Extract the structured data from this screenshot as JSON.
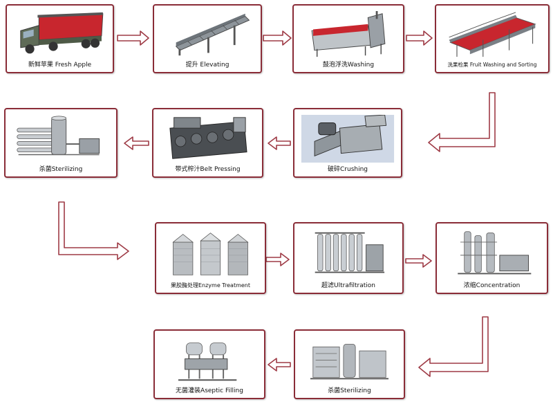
{
  "steps": [
    {
      "id": "fresh-apple",
      "label": "新鲜苹果 Fresh Apple",
      "icon": "fruit-truck-icon"
    },
    {
      "id": "elevating",
      "label": "提升 Elevating",
      "icon": "elevator-conveyor-icon"
    },
    {
      "id": "washing",
      "label": "鼓泡浮洗Washing",
      "icon": "bubble-washer-icon"
    },
    {
      "id": "sorting",
      "label": "洗果检果 Fruit Washing and Sorting",
      "icon": "sorting-conveyor-icon"
    },
    {
      "id": "crushing",
      "label": "破碎Crushing",
      "icon": "crusher-icon"
    },
    {
      "id": "belt-pressing",
      "label": "带式榨汁Belt Pressing",
      "icon": "belt-press-icon"
    },
    {
      "id": "sterilizing-1",
      "label": "杀菌Sterilizing",
      "icon": "sterilizer-icon"
    },
    {
      "id": "enzyme-treatment",
      "label": "果胶酶处理Enzyme Treatment",
      "icon": "enzyme-tanks-icon"
    },
    {
      "id": "ultrafiltration",
      "label": "超滤Ultrafiltration",
      "icon": "ultrafiltration-icon"
    },
    {
      "id": "concentration",
      "label": "浓缩Concentration",
      "icon": "evaporator-icon"
    },
    {
      "id": "sterilizing-2",
      "label": "杀菌Sterilizing",
      "icon": "sterilizer-skid-icon"
    },
    {
      "id": "aseptic-filling",
      "label": "无菌灌装Aseptic Filling",
      "icon": "aseptic-filler-icon"
    }
  ],
  "colors": {
    "border": "#8a2c37",
    "arrow_stroke": "#9e3a45",
    "arrow_fill": "#ffffff",
    "apple_red": "#c8262e"
  }
}
